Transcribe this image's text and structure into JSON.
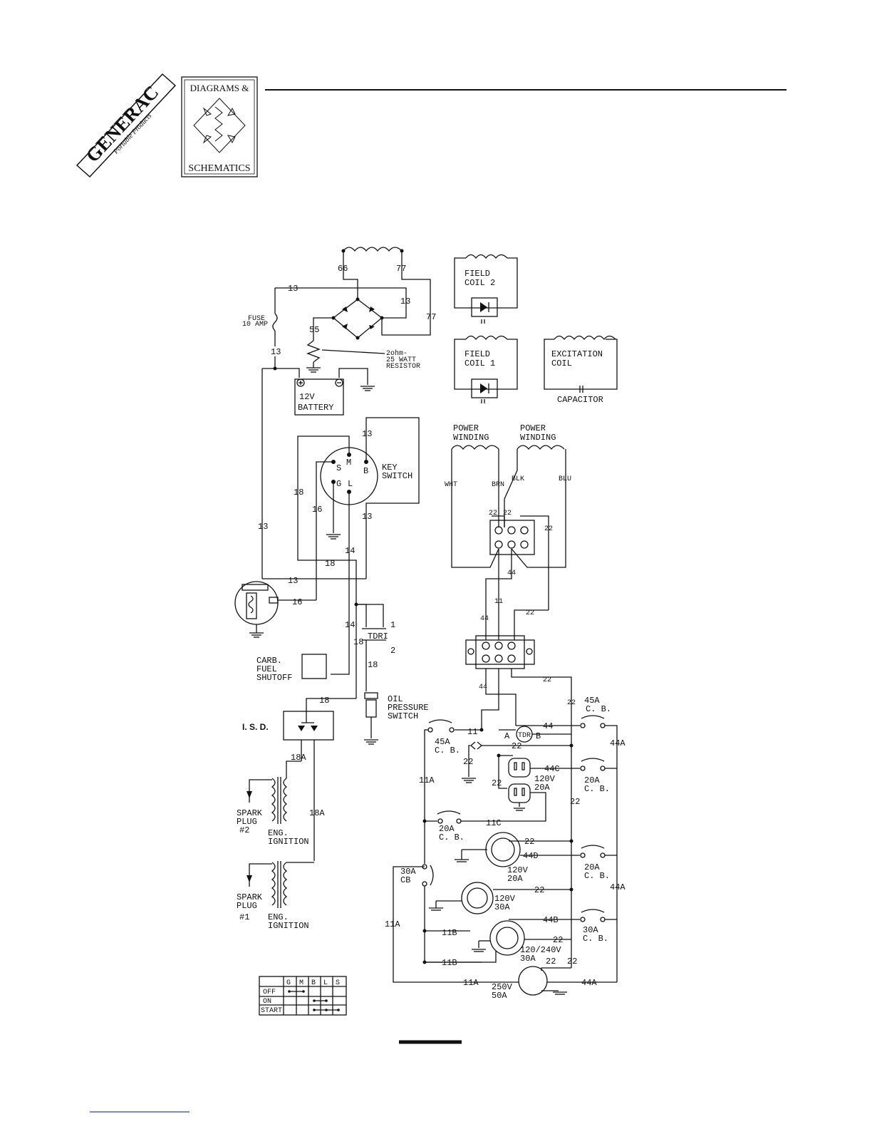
{
  "header": {
    "brand": "GENERAC",
    "brand_sub": "Portable Products",
    "badge_top": "DIAGRAMS &",
    "badge_bottom": "SCHEMATICS"
  },
  "labels": {
    "w13_top": "13",
    "w13_right": "13",
    "w66": "66",
    "w77_top": "77",
    "w77_right": "77",
    "w55": "55",
    "fuse": "FUSE",
    "fuse_rating": "10 AMP",
    "w13_fuse": "13",
    "resistor_1": "2ohm-",
    "resistor_2": "25 WATT",
    "resistor_3": "RESISTOR",
    "battery_1": "12V",
    "battery_2": "BATTERY",
    "field2_1": "FIELD",
    "field2_2": "COIL 2",
    "field1_1": "FIELD",
    "field1_2": "COIL 1",
    "exc_1": "EXCITATION",
    "exc_2": "COIL",
    "capacitor": "CAPACITOR",
    "pw1_1": "POWER",
    "pw1_2": "WINDING",
    "pw2_1": "POWER",
    "pw2_2": "WINDING",
    "wht": "WHT",
    "brn": "BRN",
    "blk": "BLK",
    "blu": "BLU",
    "w22_a": "22",
    "w22_b": "22",
    "w22_c": "22",
    "w44_a": "44",
    "w44_b": "44",
    "w11_a": "11",
    "w22_d": "22",
    "w44_c": "44",
    "key_1": "KEY",
    "key_2": "SWITCH",
    "key_m": "M",
    "key_b": "B",
    "key_s": "S",
    "key_g": "G",
    "key_l": "L",
    "w13_key": "13",
    "w18_key": "18",
    "w16_key": "16",
    "w13_key2": "13",
    "w13_left": "13",
    "w14_a": "14",
    "w18_a": "18",
    "w13_starter": "13",
    "w16_starter": "16",
    "w14_b": "14",
    "w18_b": "18",
    "tdr_1": "1",
    "tdr_name": "TDRI",
    "tdr_2": "2",
    "w18_c": "18",
    "carb_1": "CARB.",
    "carb_2": "FUEL",
    "carb_3": "SHUTOFF",
    "oil_1": "OIL",
    "oil_2": "PRESSURE",
    "oil_3": "SWITCH",
    "isd": "I. S. D.",
    "w18_isd": "18",
    "w18a_1": "18A",
    "w18a_2": "18A",
    "spark2_1": "SPARK",
    "spark2_2": "PLUG",
    "spark2_3": "#2",
    "ign2_1": "ENG.",
    "ign2_2": "IGNITION",
    "spark1_1": "SPARK",
    "spark1_2": "PLUG",
    "spark1_3": "#1",
    "ign1_1": "ENG.",
    "ign1_2": "IGNITION",
    "w44_d": "44",
    "w22_e": "22",
    "w22_f": "22",
    "cb45_r1": "45A",
    "cb45_r2": "C. B.",
    "cb45_l1": "45A",
    "cb45_l2": "C. B.",
    "w11_b": "11",
    "w44_e": "44",
    "w44a_1": "44A",
    "tdr_a": "A",
    "tdr_b": "B",
    "tdr_c": "TDR",
    "w22_g": "22",
    "w22_h": "22",
    "w22_i": "22",
    "w44c": "44C",
    "cb20_1a": "20A",
    "cb20_1b": "C. B.",
    "r120_1": "120V",
    "r120_2": "20A",
    "w11a_1": "11A",
    "w11c": "11C",
    "cb20_2a": "20A",
    "cb20_2b": "C. B.",
    "w22_j": "22",
    "w44d": "44D",
    "cb20_3a": "20A",
    "cb20_3b": "C. B.",
    "r120b_1": "120V",
    "r120b_2": "20A",
    "w44a_2": "44A",
    "cb30_1": "30A",
    "cb30_2": "CB",
    "w22_k": "22",
    "r120c_1": "120V",
    "r120c_2": "30A",
    "w11a_2": "11A",
    "w11b_1": "11B",
    "w44b": "44B",
    "cb30b_1": "30A",
    "cb30b_2": "C. B.",
    "w22_l": "22",
    "r240_1": "120/240V",
    "r240_2": "30A",
    "w11b_2": "11B",
    "w22_m": "22",
    "w11a_3": "11A",
    "r250_1": "250V",
    "r250_2": "50A",
    "w44a_3": "44A"
  },
  "switch_table": {
    "columns": [
      "G",
      "M",
      "B",
      "L",
      "S"
    ],
    "rows": [
      "OFF",
      "ON",
      "START"
    ]
  }
}
